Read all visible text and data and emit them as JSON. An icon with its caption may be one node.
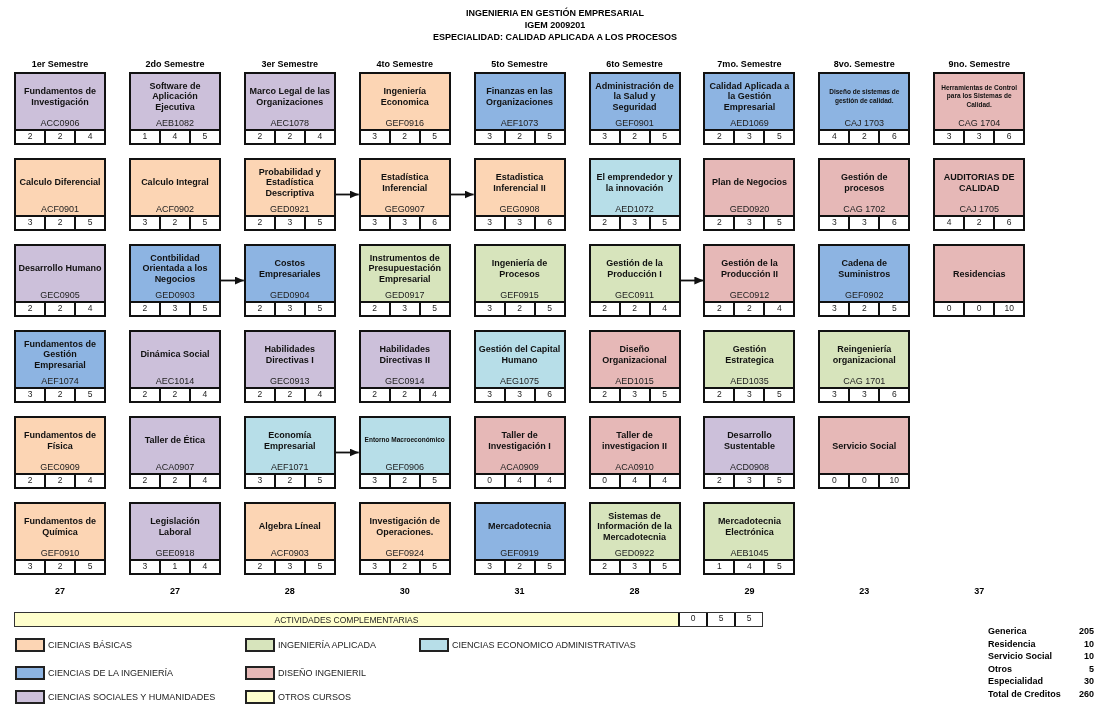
{
  "diagram": {
    "title": "INGENIERIA EN GESTIÓN EMPRESARIAL",
    "nodes": [
      {
        "text": [
          "Fundamentos de Investigación",
          "ACC0906",
          "2",
          "2",
          "4"
        ]
      },
      {
        "text": [
          "Software de Aplicación Ejecutiva",
          "AEB1082",
          "1",
          "4",
          "5"
        ]
      },
      {
        "text": [
          "Marco Legal de las Organizaciones",
          "AEC1078",
          "2",
          "2",
          "4"
        ]
      },
      {
        "text": [
          "Ingeniería Economica",
          "GEF0916",
          "3",
          "2",
          "5"
        ]
      },
      {
        "text": [
          "Finanzas en las Organizaciones",
          "AEF1073",
          "3",
          "2",
          "5"
        ]
      },
      {
        "text": [
          "Administración de la Salud y Seguridad",
          "GEF0901",
          "3",
          "2",
          "5"
        ]
      },
      {
        "text": [
          "Calidad Aplicada a la Gestión Empresarial",
          "AED1069",
          "2",
          "3",
          "5"
        ]
      },
      {
        "text": [
          "Diseño de sistemas de gestión de calidad.",
          "CAJ 1703",
          "4",
          "2",
          "6"
        ]
      },
      {
        "text": [
          "Herramientas de Control para los Sistemas de Calidad.",
          "CAG 1704",
          "3",
          "3",
          "6"
        ]
      },
      {
        "text": [
          "Calculo Diferencial",
          "ACF0901",
          "3",
          "2",
          "5"
        ]
      },
      {
        "text": [
          "Calculo Integral",
          "ACF0902",
          "3",
          "2",
          "5"
        ]
      },
      {
        "text": [
          "Probabilidad y Estadística Descriptiva",
          "GED0921",
          "2",
          "3",
          "5"
        ]
      },
      {
        "text": [
          "Estadística Inferencial",
          "GEG0907",
          "3",
          "3",
          "6"
        ]
      },
      {
        "text": [
          "Estadistica Inferencial II",
          "GEG0908",
          "3",
          "3",
          "6"
        ]
      },
      {
        "text": [
          "El emprendedor y la innovación",
          "AED1072",
          "2",
          "3",
          "5"
        ]
      },
      {
        "text": [
          "Plan de Negocios",
          "GED0920",
          "2",
          "3",
          "5"
        ]
      },
      {
        "text": [
          "Gestión de procesos",
          "CAG 1702",
          "3",
          "3",
          "6"
        ]
      },
      {
        "text": [
          "AUDITORIAS DE CALIDAD",
          "CAJ 1705",
          "4",
          "2",
          "6"
        ]
      },
      {
        "text": [
          "Desarrollo Humano",
          "GEC0905",
          "2",
          "2",
          "4"
        ]
      },
      {
        "text": [
          "Contbilidad Orientada a los Negocios",
          "GED0903",
          "2",
          "3",
          "5"
        ]
      },
      {
        "text": [
          "Costos Empresariales",
          "GED0904",
          "2",
          "3",
          "5"
        ]
      },
      {
        "text": [
          "Instrumentos de Presupuestación Empresarial",
          "GED0917",
          "2",
          "3",
          "5"
        ]
      },
      {
        "text": [
          "Ingeniería de Procesos",
          "GEF0915",
          "3",
          "2",
          "5"
        ]
      },
      {
        "text": [
          "Gestión de la Producción I",
          "GEC0911",
          "2",
          "2",
          "4"
        ]
      },
      {
        "text": [
          "Gestión de la Producción II",
          "GEC0912",
          "2",
          "2",
          "4"
        ]
      },
      {
        "text": [
          "Cadena de Suministros",
          "GEF0902",
          "3",
          "2",
          "5"
        ]
      },
      {
        "text": [
          "Residencias",
          "0",
          "0",
          "10"
        ]
      },
      {
        "text": [
          "Fundamentos de Gestión Empresarial",
          "AEF1074",
          "3",
          "2",
          "5"
        ]
      },
      {
        "text": [
          "Dinámica Social",
          "AEC1014",
          "2",
          "2",
          "4"
        ]
      },
      {
        "text": [
          "Habilidades Directivas I",
          "GEC0913",
          "2",
          "2",
          "4"
        ]
      },
      {
        "text": [
          "Habilidades Directivas II",
          "GEC0914",
          "2",
          "2",
          "4"
        ]
      },
      {
        "text": [
          "Gestión del Capital Humano",
          "AEG1075",
          "3",
          "3",
          "6"
        ]
      },
      {
        "text": [
          "Diseño Organizacional",
          "AED1015",
          "2",
          "3",
          "5"
        ]
      },
      {
        "text": [
          "Gestión Estrategica",
          "AED1035",
          "2",
          "3",
          "5"
        ]
      },
      {
        "text": [
          "Reingeniería organizacional",
          "CAG 1701",
          "3",
          "3",
          "6"
        ]
      },
      {
        "text": [
          "Fundamentos de Física",
          "GEC0909",
          "2",
          "2",
          "4"
        ]
      },
      {
        "text": [
          "Taller de Ética",
          "ACA0907",
          "2",
          "2",
          "4"
        ]
      },
      {
        "text": [
          "Economía Empresarial",
          "AEF1071",
          "3",
          "2",
          "5"
        ]
      },
      {
        "text": [
          "Entorno Macroeconómico",
          "GEF0906",
          "3",
          "2",
          "5"
        ]
      },
      {
        "text": [
          "Taller de Investigación I",
          "ACA0909",
          "0",
          "4",
          "4"
        ]
      },
      {
        "text": [
          "Taller de investigacion II",
          "ACA0910",
          "0",
          "4",
          "4"
        ]
      },
      {
        "text": [
          "Desarrollo Sustentable",
          "ACD0908",
          "2",
          "3",
          "5"
        ]
      },
      {
        "text": [
          "Servicio Social",
          "0",
          "0",
          "10"
        ]
      },
      {
        "text": [
          "Fundamentos de Química",
          "GEF0910",
          "3",
          "2",
          "5"
        ]
      },
      {
        "text": [
          "Legislación Laboral",
          "GEE0918",
          "3",
          "1",
          "4"
        ]
      },
      {
        "text": [
          "Algebra Líneal",
          "ACF0903",
          "2",
          "3",
          "5"
        ]
      },
      {
        "text": [
          "Investigación de Operaciones.",
          "GEF0924",
          "3",
          "2",
          "5"
        ]
      },
      {
        "text": [
          "Mercadotecnia",
          "GEF0919",
          "3",
          "2",
          "5"
        ]
      },
      {
        "text": [
          "Sistemas de Información de la Mercadotecnia",
          "GED0922",
          "2",
          "3",
          "5"
        ]
      },
      {
        "text": [
          "Mercadotecnia Electrónica",
          "AEB1045",
          "1",
          "4",
          "5"
        ]
      },
      {
        "text": [
          "ACTIVIDADES COMPLEMENTARIAS",
          "0",
          "5",
          "5"
        ]
      }
    ],
    "edges": [
      {
        "from": 11,
        "to": 12,
        "arrow": "to"
      },
      {
        "from": 12,
        "to": 13,
        "arrow": "to"
      },
      {
        "from": 19,
        "to": 20,
        "arrow": "to"
      },
      {
        "from": 23,
        "to": 24,
        "arrow": "to"
      },
      {
        "from": 37,
        "to": 38,
        "arrow": "to"
      }
    ],
    "labels": [
      "IGEM 2009201",
      "ESPECIALIDAD: CALIDAD APLICADA A LOS PROCESOS",
      "1er Semestre",
      "2do Semestre",
      "3er Semestre",
      "4to Semestre",
      "5to Semestre",
      "6to Semestre",
      "7mo. Semestre",
      "8vo. Semestre",
      "9no. Semestre",
      "27",
      "27",
      "28",
      "30",
      "31",
      "28",
      "29",
      "23",
      "37",
      "Generica",
      "205",
      "Residencia",
      "10",
      "Servicio Social",
      "10",
      "Otros",
      "5",
      "Especialidad",
      "30",
      "Total de Creditos",
      "260"
    ],
    "legend": [
      {
        "text": "CIENCIAS BÁSICAS",
        "color": "#fcd5b4"
      },
      {
        "text": "INGENIERÍA APLICADA",
        "color": "#d7e4bc"
      },
      {
        "text": "CIENCIAS ECONOMICO ADMINISTRATIVAS",
        "color": "#b7dee8"
      },
      {
        "text": "CIENCIAS DE LA INGENIERÍA",
        "color": "#8db4e2"
      },
      {
        "text": "DISEÑO INGENIERIL",
        "color": "#e6b8b7"
      },
      {
        "text": "CIENCIAS SOCIALES Y HUMANIDADES",
        "color": "#ccc0da"
      },
      {
        "text": "OTROS CURSOS",
        "color": "#ffffcc"
      }
    ]
  }
}
